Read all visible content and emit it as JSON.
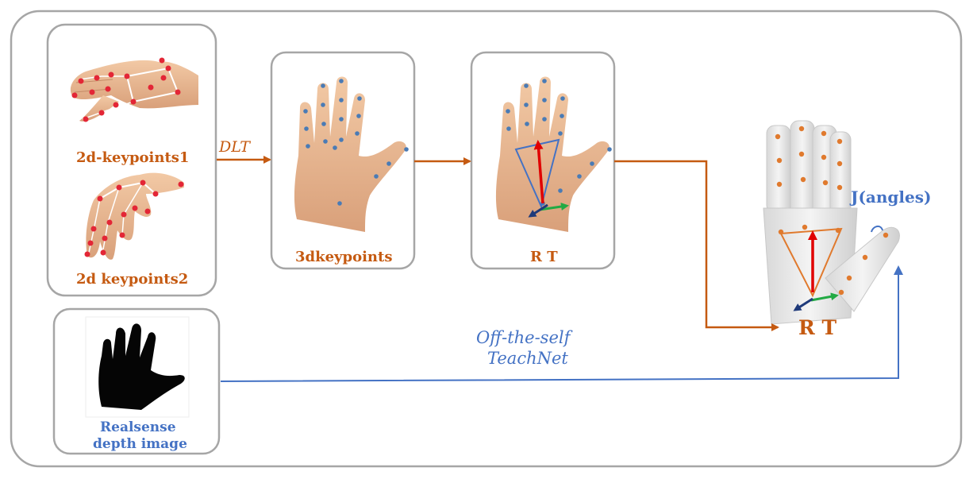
{
  "labels": {
    "kp1": "2d-keypoints1",
    "kp2": "2d keypoints2",
    "dlt": "DLT",
    "kp3d": "3dkeypoints",
    "rt_palm": "R T",
    "rt_robot": "R T",
    "joint_angles": "J(angles)",
    "depth_line1": "Realsense",
    "depth_line2": "depth image",
    "teachnet_line1": "Off-the-self",
    "teachnet_line2": "TeachNet"
  },
  "colors": {
    "orange": "#c55a11",
    "blue": "#4472c4",
    "frame_gray": "#a6a6a6",
    "keypoint_red": "#e32636",
    "keypoint_blue": "#4a7bb5",
    "arrow_red": "#e00000",
    "arrow_green": "#22aa44",
    "arrow_navy": "#1f3a7a"
  }
}
